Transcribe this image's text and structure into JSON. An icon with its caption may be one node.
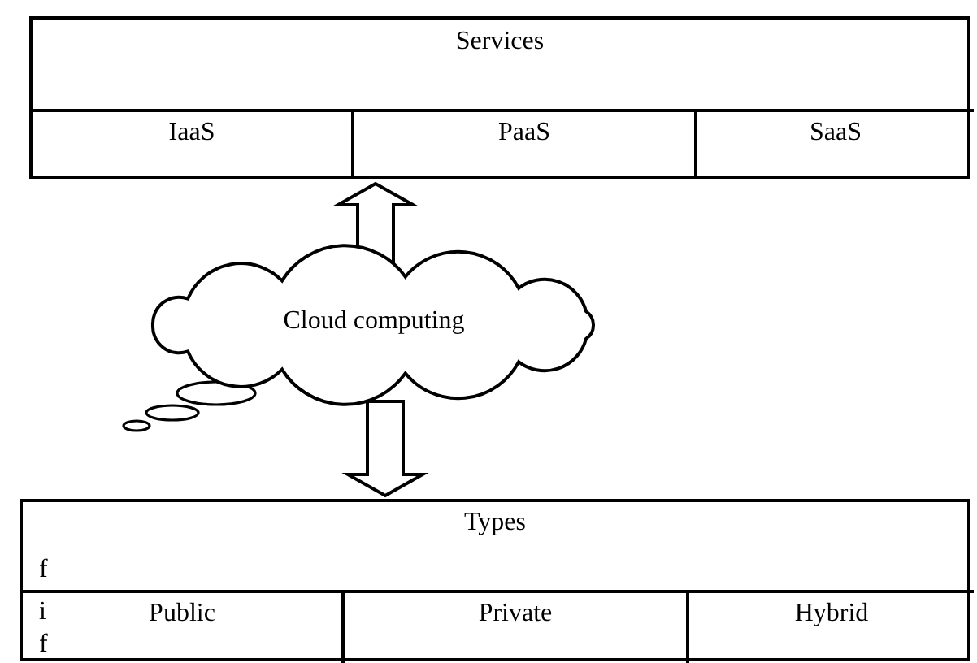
{
  "diagram": {
    "nodes": [
      {
        "text": [
          "Services"
        ]
      },
      {
        "text": [
          "IaaS"
        ],
        "in": 0
      },
      {
        "text": [
          "PaaS"
        ],
        "in": 0
      },
      {
        "text": [
          "SaaS"
        ],
        "in": 0
      },
      {
        "text": [
          "Cloud computing"
        ]
      },
      {
        "text": [
          "Types"
        ]
      },
      {
        "text": [
          "Public"
        ],
        "in": 5
      },
      {
        "text": [
          "Private"
        ],
        "in": 5
      },
      {
        "text": [
          "Hybrid"
        ],
        "in": 5
      }
    ],
    "edges": [
      {
        "from": 4,
        "to": 0,
        "arrow": "to"
      },
      {
        "from": 4,
        "to": 5,
        "arrow": "to"
      }
    ],
    "labels": [
      "f",
      "i",
      "f"
    ]
  }
}
